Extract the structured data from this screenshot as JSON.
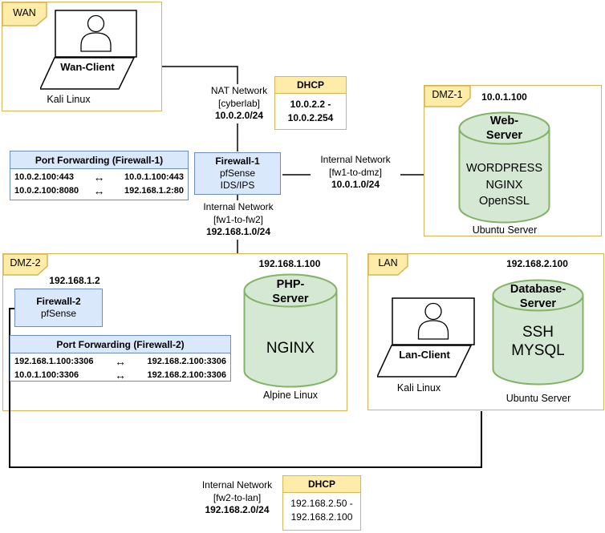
{
  "zones": {
    "wan": {
      "label": "WAN"
    },
    "dmz1": {
      "label": "DMZ-1"
    },
    "dmz2": {
      "label": "DMZ-2"
    },
    "lan": {
      "label": "LAN"
    }
  },
  "clients": {
    "wan_client": {
      "name": "Wan-Client",
      "os": "Kali Linux"
    },
    "lan_client": {
      "name": "Lan-Client",
      "os": "Kali Linux"
    }
  },
  "firewalls": {
    "fw1": {
      "name": "Firewall-1",
      "platform": "pfSense",
      "features": "IDS/IPS"
    },
    "fw2": {
      "name": "Firewall-2",
      "platform": "pfSense",
      "ip": "192.168.1.2"
    }
  },
  "servers": {
    "web": {
      "ip": "10.0.1.100",
      "name_lines": [
        "Web-",
        "Server"
      ],
      "services": [
        "WORDPRESS",
        "NGINX",
        "OpenSSL"
      ],
      "os": "Ubuntu Server"
    },
    "php": {
      "ip": "192.168.1.100",
      "name_lines": [
        "PHP-",
        "Server"
      ],
      "services": [
        "NGINX"
      ],
      "os": "Alpine Linux"
    },
    "db": {
      "ip": "192.168.2.100",
      "name_lines": [
        "Database-",
        "Server"
      ],
      "services": [
        "SSH",
        "MYSQL"
      ],
      "os": "Ubuntu Server"
    }
  },
  "networks": {
    "nat": {
      "line1": "NAT Network",
      "line2": "[cyberlab]",
      "cidr": "10.0.2.0/24"
    },
    "fw1_dmz": {
      "line1": "Internal Network",
      "line2": "[fw1-to-dmz]",
      "cidr": "10.0.1.0/24"
    },
    "fw1_fw2": {
      "line1": "Internal Network",
      "line2": "[fw1-to-fw2]",
      "cidr": "192.168.1.0/24"
    },
    "fw2_lan": {
      "line1": "Internal Network",
      "line2": "[fw2-to-lan]",
      "cidr": "192.168.2.0/24"
    }
  },
  "dhcp": {
    "nat": {
      "title": "DHCP",
      "range_line1": "10.0.2.2 -",
      "range_line2": "10.0.2.254"
    },
    "lan": {
      "title": "DHCP",
      "range_line1": "192.168.2.50 -",
      "range_line2": "192.168.2.100"
    }
  },
  "port_forwarding": {
    "fw1": {
      "title": "Port Forwarding (Firewall-1)",
      "rules": [
        {
          "from": "10.0.2.100:443",
          "arrow": "↔",
          "to": "10.0.1.100:443"
        },
        {
          "from": "10.0.2.100:8080",
          "arrow": "↔",
          "to": "192.168.1.2:80"
        }
      ]
    },
    "fw2": {
      "title": "Port Forwarding (Firewall-2)",
      "rules": [
        {
          "from": "192.168.1.100:3306",
          "arrow": "↔",
          "to": "192.168.2.100:3306"
        },
        {
          "from": "10.0.1.100:3306",
          "arrow": "↔",
          "to": "192.168.2.100:3306"
        }
      ]
    }
  },
  "colors": {
    "zone_border": "#d6b656",
    "zone_tab_fill": "#ffeca8",
    "firewall_fill": "#dae8fc",
    "firewall_border": "#6c8ebf",
    "server_fill": "#d5e8d4",
    "server_border": "#82b366",
    "connector": "#000000"
  }
}
